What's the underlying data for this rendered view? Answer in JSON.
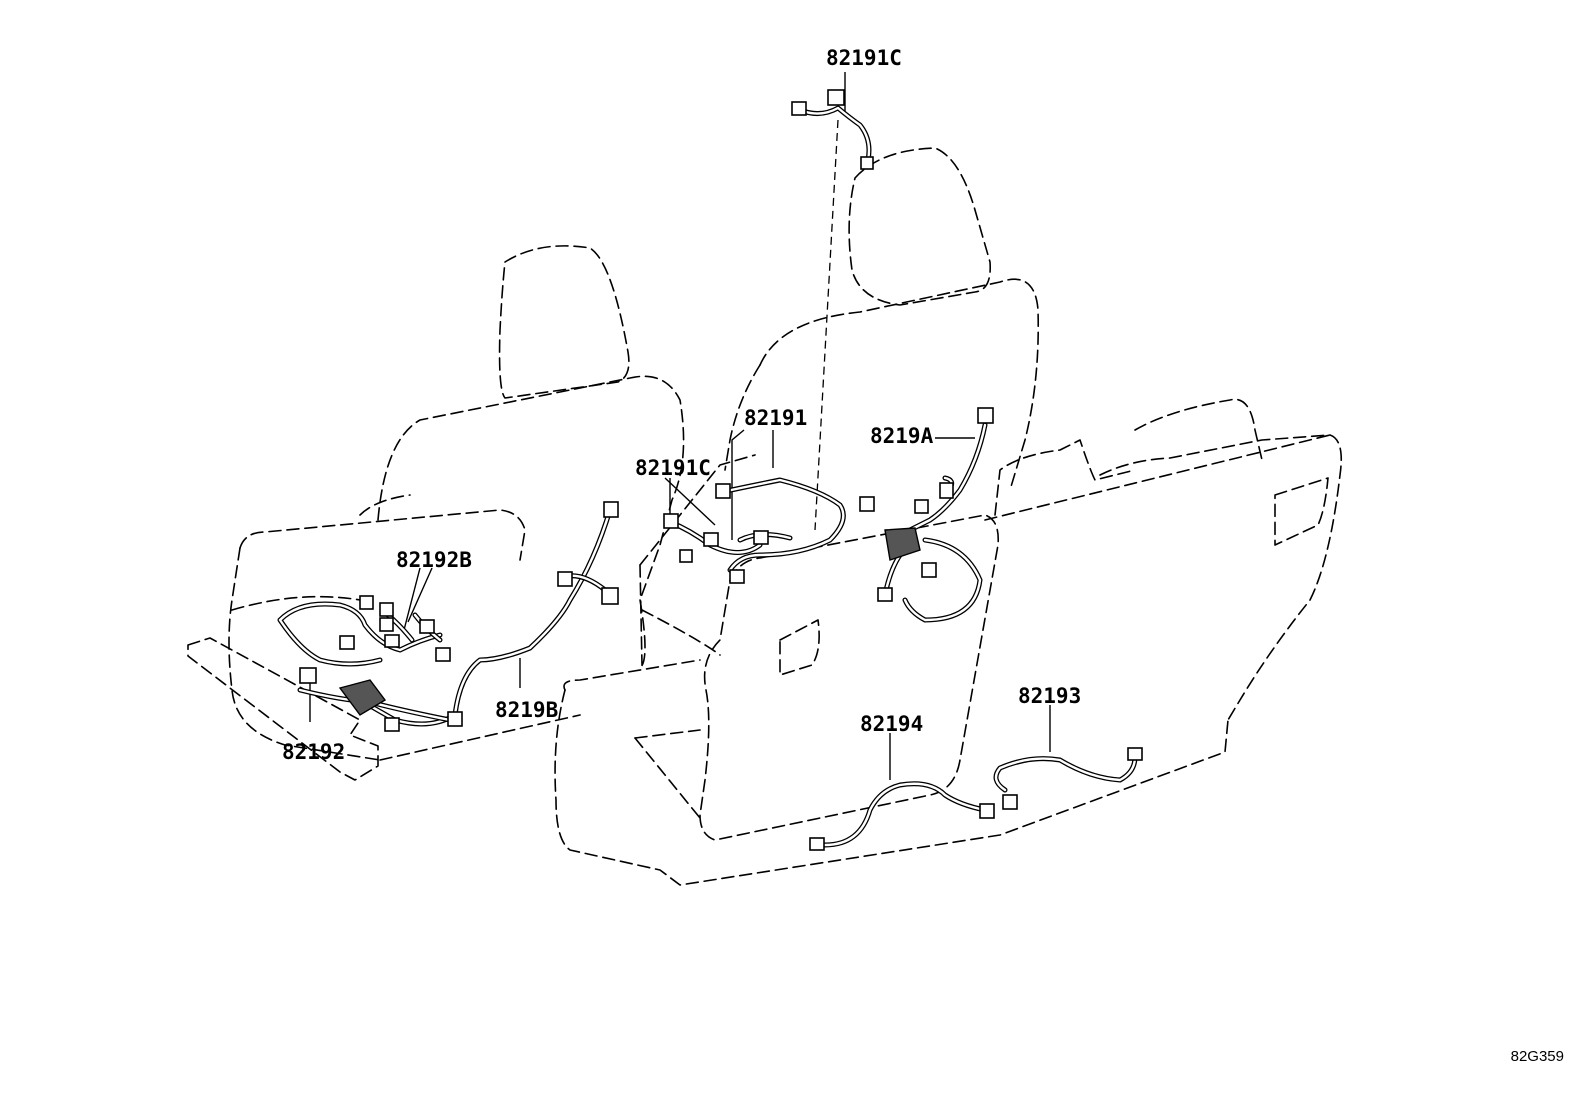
{
  "callouts": {
    "c_82191c_top": "82191C",
    "c_82191": "82191",
    "c_8219a": "8219A",
    "c_82191c_mid": "82191C",
    "c_82192b": "82192B",
    "c_8219b": "8219B",
    "c_82192": "82192",
    "c_82194": "82194",
    "c_82193": "82193"
  },
  "figure_code": "82G359"
}
